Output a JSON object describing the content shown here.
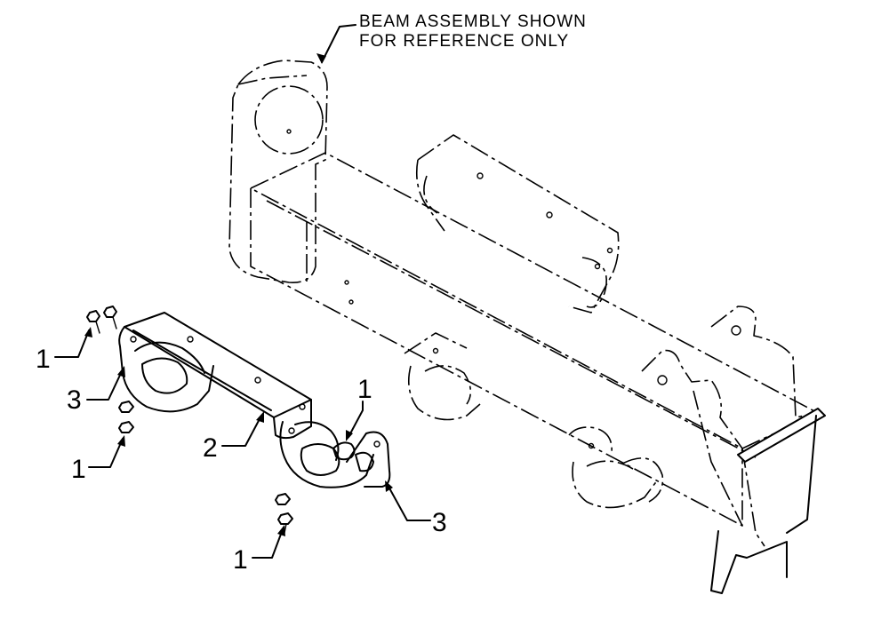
{
  "note": {
    "line1": "BEAM ASSEMBLY SHOWN",
    "line2": "FOR REFERENCE ONLY"
  },
  "callouts": [
    {
      "id": "c1a",
      "text": "1"
    },
    {
      "id": "c3a",
      "text": "3"
    },
    {
      "id": "c1b",
      "text": "1"
    },
    {
      "id": "c2",
      "text": "2"
    },
    {
      "id": "c1c",
      "text": "1"
    },
    {
      "id": "c3b",
      "text": "3"
    },
    {
      "id": "c1d",
      "text": "1"
    }
  ]
}
